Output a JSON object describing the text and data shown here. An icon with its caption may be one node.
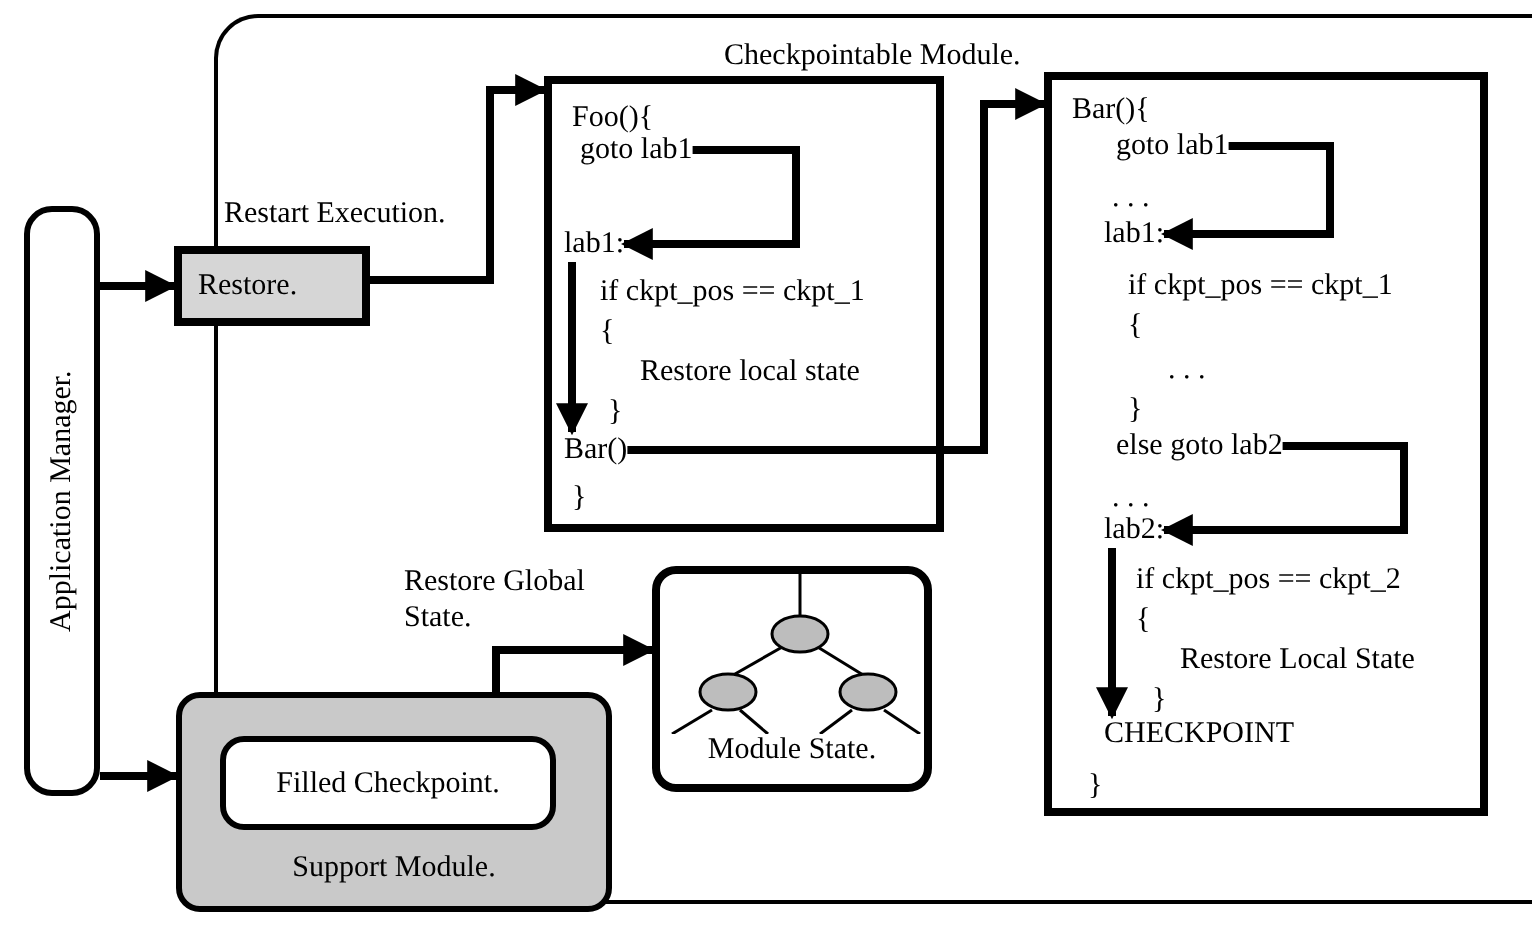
{
  "diagram": {
    "nodes": [
      {
        "text": [
          "Application Manager."
        ]
      },
      {
        "text": [
          "Checkpointable Module."
        ]
      },
      {
        "text": [
          "Restore."
        ]
      },
      {
        "text": [
          "Foo(){",
          "if ckpt_pos == ckpt_1",
          "{",
          "Restore local state",
          "}",
          "}"
        ],
        "in": 1
      },
      {
        "text": [
          "goto lab1"
        ],
        "in": 3
      },
      {
        "text": [
          "lab1:"
        ],
        "in": 3
      },
      {
        "text": [
          "Bar()"
        ],
        "in": 3
      },
      {
        "text": [
          "Bar(){",
          ". . .",
          "if ckpt_pos == ckpt_1",
          "{",
          ". . .",
          "}",
          ". . .",
          "if ckpt_pos == ckpt_2",
          "{",
          "Restore Local State",
          "}",
          "}"
        ],
        "in": 1
      },
      {
        "text": [
          "goto lab1"
        ],
        "in": 7
      },
      {
        "text": [
          "lab1:"
        ],
        "in": 7
      },
      {
        "text": [
          "else goto lab2"
        ],
        "in": 7
      },
      {
        "text": [
          "lab2:"
        ],
        "in": 7
      },
      {
        "text": [
          "CHECKPOINT"
        ],
        "in": 7
      },
      {
        "text": [
          "Module State."
        ],
        "in": 1
      },
      {
        "text": [
          "Support Module."
        ]
      },
      {
        "text": [
          "Filled Checkpoint."
        ],
        "in": 14
      }
    ],
    "edges": [
      {
        "from": 0,
        "to": 2,
        "arrow": "to"
      },
      {
        "from": 0,
        "to": 14,
        "arrow": "to"
      },
      {
        "from": 2,
        "to": 3,
        "arrow": "to",
        "label": "Restart Execution."
      },
      {
        "from": 4,
        "to": 5,
        "arrow": "to"
      },
      {
        "from": 5,
        "to": 6,
        "arrow": "to"
      },
      {
        "from": 6,
        "to": 7,
        "arrow": "to"
      },
      {
        "from": 8,
        "to": 9,
        "arrow": "to"
      },
      {
        "from": 10,
        "to": 11,
        "arrow": "to"
      },
      {
        "from": 11,
        "to": 12,
        "arrow": "to"
      },
      {
        "from": 14,
        "to": 13,
        "arrow": "to",
        "label": "Restore Global State."
      }
    ]
  }
}
